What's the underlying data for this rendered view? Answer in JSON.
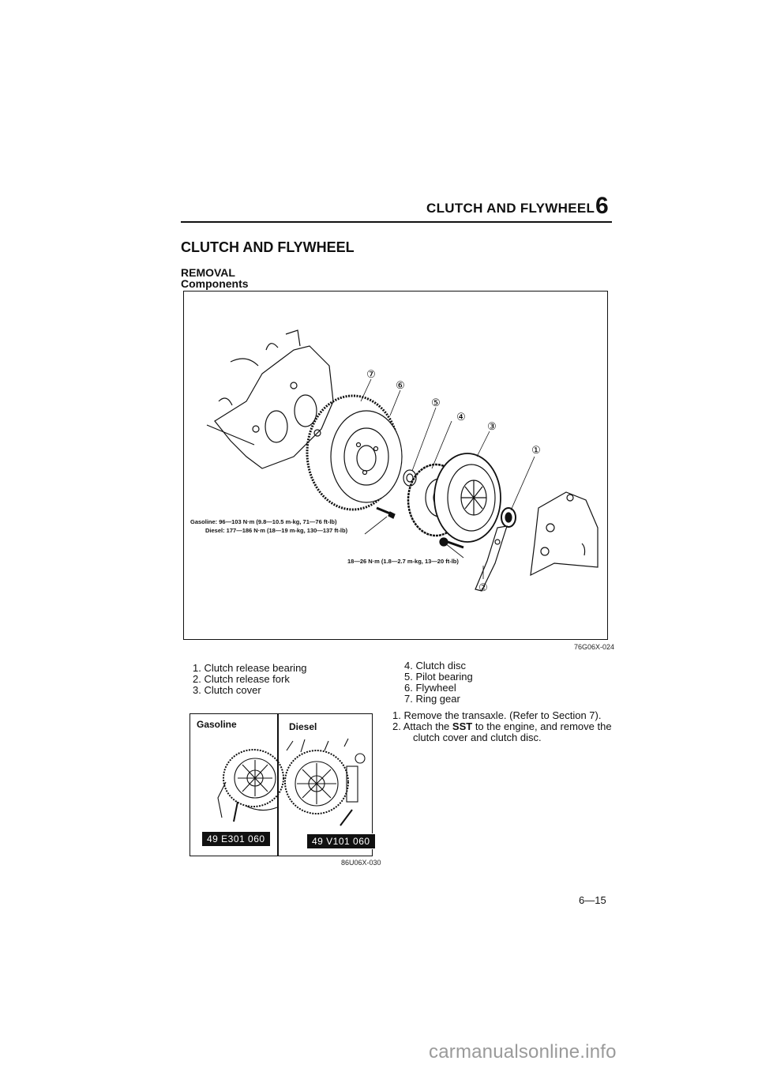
{
  "header": {
    "title": "CLUTCH AND FLYWHEEL",
    "section_number": "6"
  },
  "section_title": "CLUTCH AND FLYWHEEL",
  "subheading": {
    "removal": "REMOVAL",
    "components": "Components"
  },
  "figure1": {
    "code": "76G06X-024",
    "callouts": [
      "①",
      "②",
      "③",
      "④",
      "⑤",
      "⑥",
      "⑦"
    ],
    "torque_gasoline": "Gasoline: 96—103 N·m (9.8—10.5 m-kg, 71—76 ft-lb)",
    "torque_diesel": "Diesel: 177—186 N·m (18—19 m-kg, 130—137 ft-lb)",
    "torque_cover": "18—26 N·m (1.8—2.7 m-kg, 13—20 ft-lb)"
  },
  "components_list": {
    "left": [
      "1. Clutch release bearing",
      "2. Clutch release fork",
      "3. Clutch cover"
    ],
    "right": [
      "4. Clutch disc",
      "5. Pilot bearing",
      "6. Flywheel",
      "7. Ring gear"
    ]
  },
  "steps": [
    {
      "num": "1.",
      "text": "Remove the transaxle. (Refer to Section 7)."
    },
    {
      "num": "2.",
      "before": "Attach the ",
      "bold": "SST",
      "after": " to the engine, and remove the",
      "cont": "clutch cover and clutch disc."
    }
  ],
  "figure2": {
    "code": "86U06X-030",
    "gasoline_label": "Gasoline",
    "diesel_label": "Diesel",
    "gasoline_tool": "49 E301 060",
    "diesel_tool": "49 V101 060"
  },
  "page_number": "6—15",
  "watermark": "carmanualsonline.info"
}
